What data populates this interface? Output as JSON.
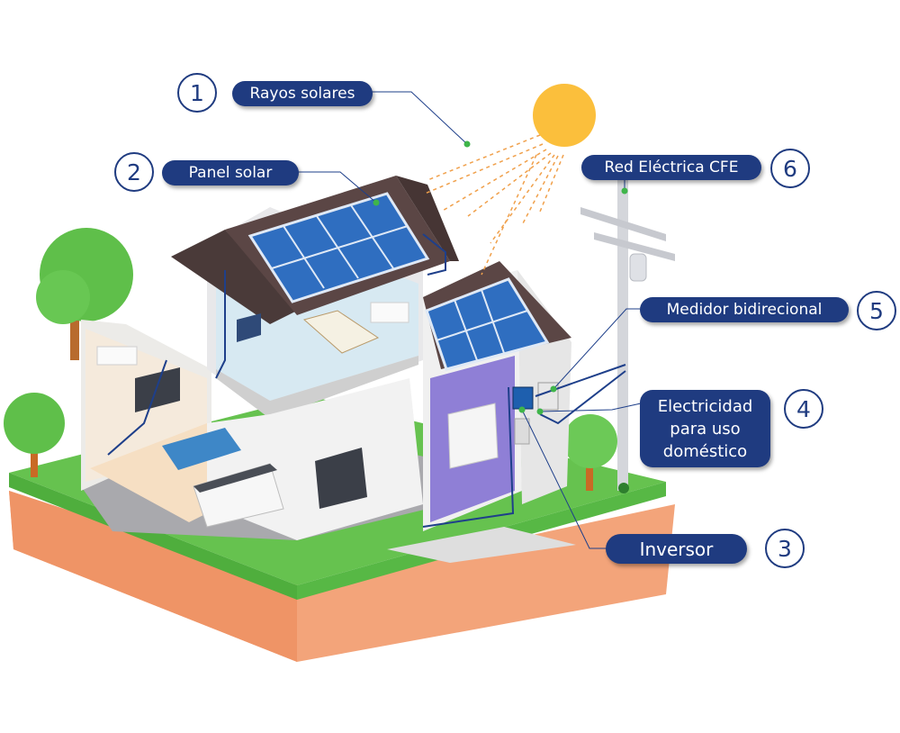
{
  "labels": [
    {
      "num": "1",
      "text": "Rayos solares"
    },
    {
      "num": "2",
      "text": "Panel solar"
    },
    {
      "num": "3",
      "text": "Inversor"
    },
    {
      "num": "4",
      "text": "Electricidad para uso doméstico"
    },
    {
      "num": "5",
      "text": "Medidor bidirecional"
    },
    {
      "num": "6",
      "text": "Red Eléctrica CFE"
    }
  ],
  "colors": {
    "label_bg": "#1f3b80",
    "label_text": "#ffffff",
    "grass": "#5fbf4a",
    "soil": "#f3a47a",
    "sun": "#fbbf3c",
    "panel": "#2f6ec0",
    "roof": "#5b4645"
  }
}
